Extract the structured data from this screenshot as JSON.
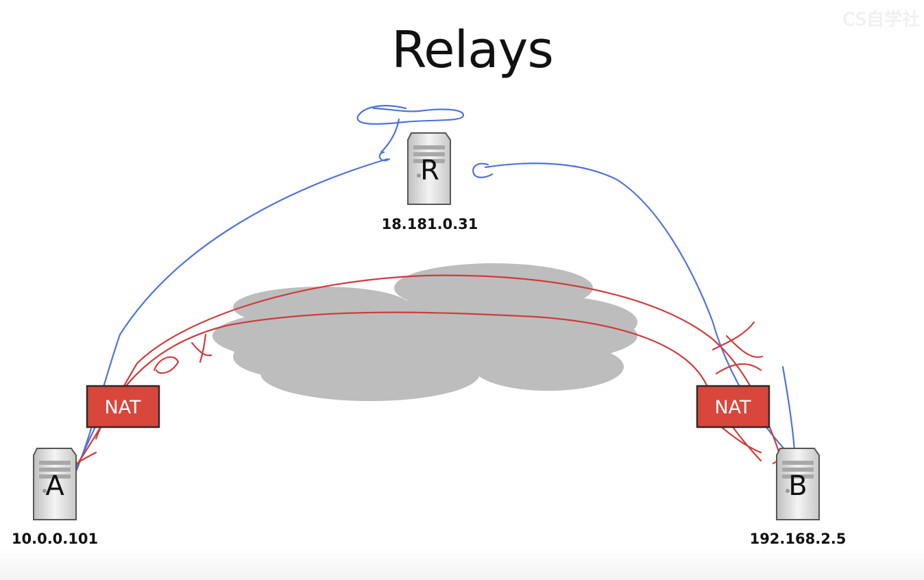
{
  "slide": {
    "title": "Relays",
    "watermark": "CS自学社"
  },
  "nodes": {
    "relay": {
      "letter": "R",
      "ip": "18.181.0.31"
    },
    "host_a": {
      "letter": "A",
      "ip": "10.0.0.101"
    },
    "host_b": {
      "letter": "B",
      "ip": "192.168.2.5"
    },
    "nat_left": {
      "label": "NAT"
    },
    "nat_right": {
      "label": "NAT"
    }
  },
  "colors": {
    "nat_fill": "#d9463b",
    "nat_border": "#2a2a2a",
    "cloud": "#bdbdbd",
    "red_ink": "#cf3b3b",
    "blue_ink": "#4f72d8",
    "server_body": "#e4e4e4"
  }
}
